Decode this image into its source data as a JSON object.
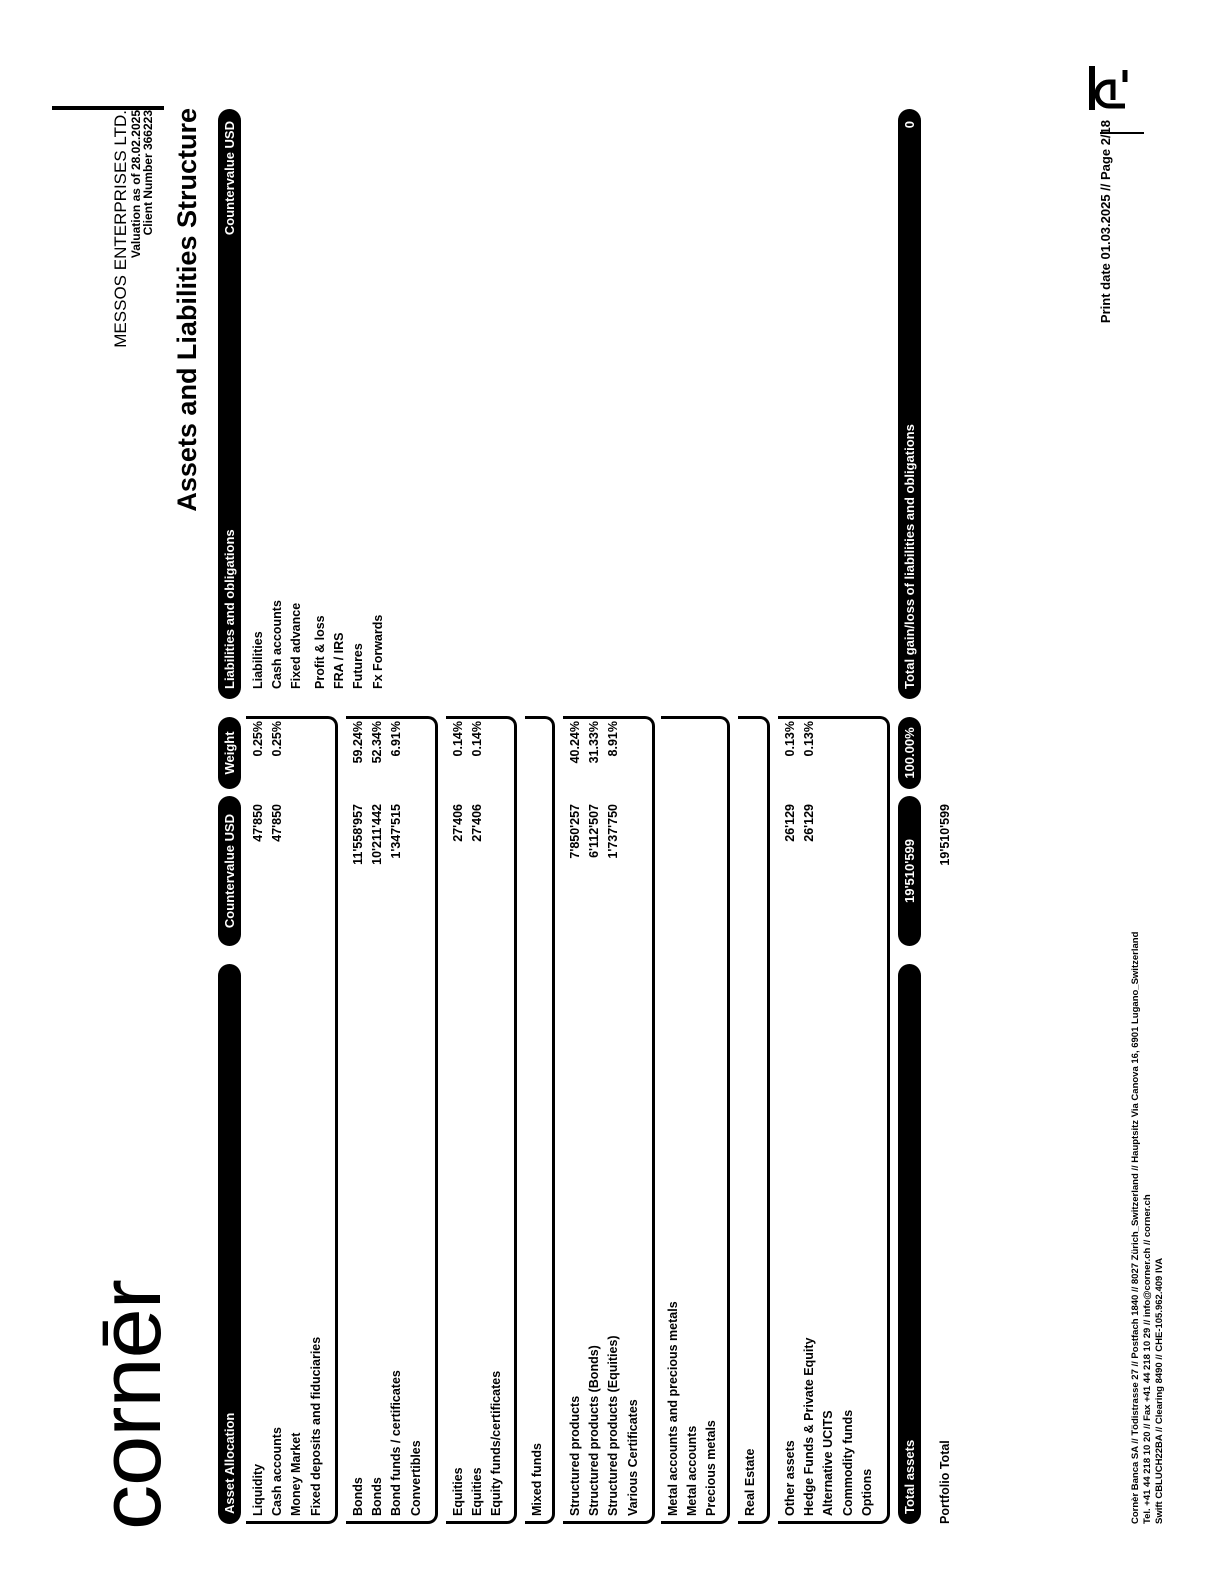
{
  "header": {
    "logo_text": "cornēr",
    "company": "MESSOS ENTERPRISES LTD.",
    "valuation": "Valuation as of 28.02.2025",
    "client_number": "Client Number 366223",
    "title": "Assets and Liabilities Structure"
  },
  "assets": {
    "header_label": "Asset Allocation",
    "header_value": "Countervalue USD",
    "header_weight": "Weight",
    "sections": [
      {
        "rows": [
          {
            "label": "Liquidity",
            "value": "47'850",
            "weight": "0.25%"
          },
          {
            "label": "Cash accounts",
            "value": "47'850",
            "weight": "0.25%"
          },
          {
            "label": "Money Market",
            "value": "",
            "weight": ""
          },
          {
            "label": "Fixed deposits and fiduciaries",
            "value": "",
            "weight": ""
          }
        ]
      },
      {
        "rows": [
          {
            "label": "Bonds",
            "value": "11'558'957",
            "weight": "59.24%"
          },
          {
            "label": "Bonds",
            "value": "10'211'442",
            "weight": "52.34%"
          },
          {
            "label": "Bond funds / certificates",
            "value": "1'347'515",
            "weight": "6.91%"
          },
          {
            "label": "Convertibles",
            "value": "",
            "weight": ""
          }
        ]
      },
      {
        "rows": [
          {
            "label": "Equities",
            "value": "27'406",
            "weight": "0.14%"
          },
          {
            "label": "Equities",
            "value": "27'406",
            "weight": "0.14%"
          },
          {
            "label": "Equity funds/certificates",
            "value": "",
            "weight": ""
          }
        ]
      },
      {
        "rows": [
          {
            "label": "Mixed funds",
            "value": "",
            "weight": ""
          }
        ]
      },
      {
        "rows": [
          {
            "label": "Structured products",
            "value": "7'850'257",
            "weight": "40.24%"
          },
          {
            "label": "Structured products (Bonds)",
            "value": "6'112'507",
            "weight": "31.33%"
          },
          {
            "label": "Structured products (Equities)",
            "value": "1'737'750",
            "weight": "8.91%"
          },
          {
            "label": "Various Certificates",
            "value": "",
            "weight": ""
          }
        ]
      },
      {
        "rows": [
          {
            "label": "Metal accounts and precious metals",
            "value": "",
            "weight": ""
          },
          {
            "label": "Metal accounts",
            "value": "",
            "weight": ""
          },
          {
            "label": "Precious metals",
            "value": "",
            "weight": ""
          }
        ]
      },
      {
        "rows": [
          {
            "label": "Real Estate",
            "value": "",
            "weight": ""
          }
        ]
      },
      {
        "rows": [
          {
            "label": "Other assets",
            "value": "26'129",
            "weight": "0.13%"
          },
          {
            "label": "Hedge Funds & Private Equity",
            "value": "26'129",
            "weight": "0.13%"
          },
          {
            "label": "Alternative UCITS",
            "value": "",
            "weight": ""
          },
          {
            "label": "Commodity funds",
            "value": "",
            "weight": ""
          },
          {
            "label": "Options",
            "value": "",
            "weight": ""
          }
        ]
      }
    ],
    "total_label": "Total assets",
    "total_value": "19'510'599",
    "total_weight": "100.00%",
    "portfolio_label": "Portfolio Total",
    "portfolio_value": "19'510'599"
  },
  "liabilities": {
    "header_label": "Liabilities and obligations",
    "header_value": "Countervalue USD",
    "rows": [
      "Liabilities",
      "Cash accounts",
      "Fixed advance",
      "Profit & loss",
      "FRA / IRS",
      "Futures",
      "Fx Forwards"
    ],
    "total_label": "Total gain/loss of liabilities and obligations",
    "total_value": "0"
  },
  "footer": {
    "address_line1": "Cornèr Banca SA // Tödistrasse 27 // Postfach 1840 // 8027 Zürich_Switzerland // Hauptsitz Via Canova 16, 6901 Lugano_Switzerland",
    "address_line2": "Tel. +41 44 218 10 20 // Fax +41 44 218 10 29 // info@corner.ch // corner.ch",
    "address_line3": "Swift CBLUCH22BA // Clearing 8490 // CHE-105.962.409 IVA",
    "print_info": "Print date 01.03.2025 // Page 2/18",
    "mark_text": "ē"
  }
}
